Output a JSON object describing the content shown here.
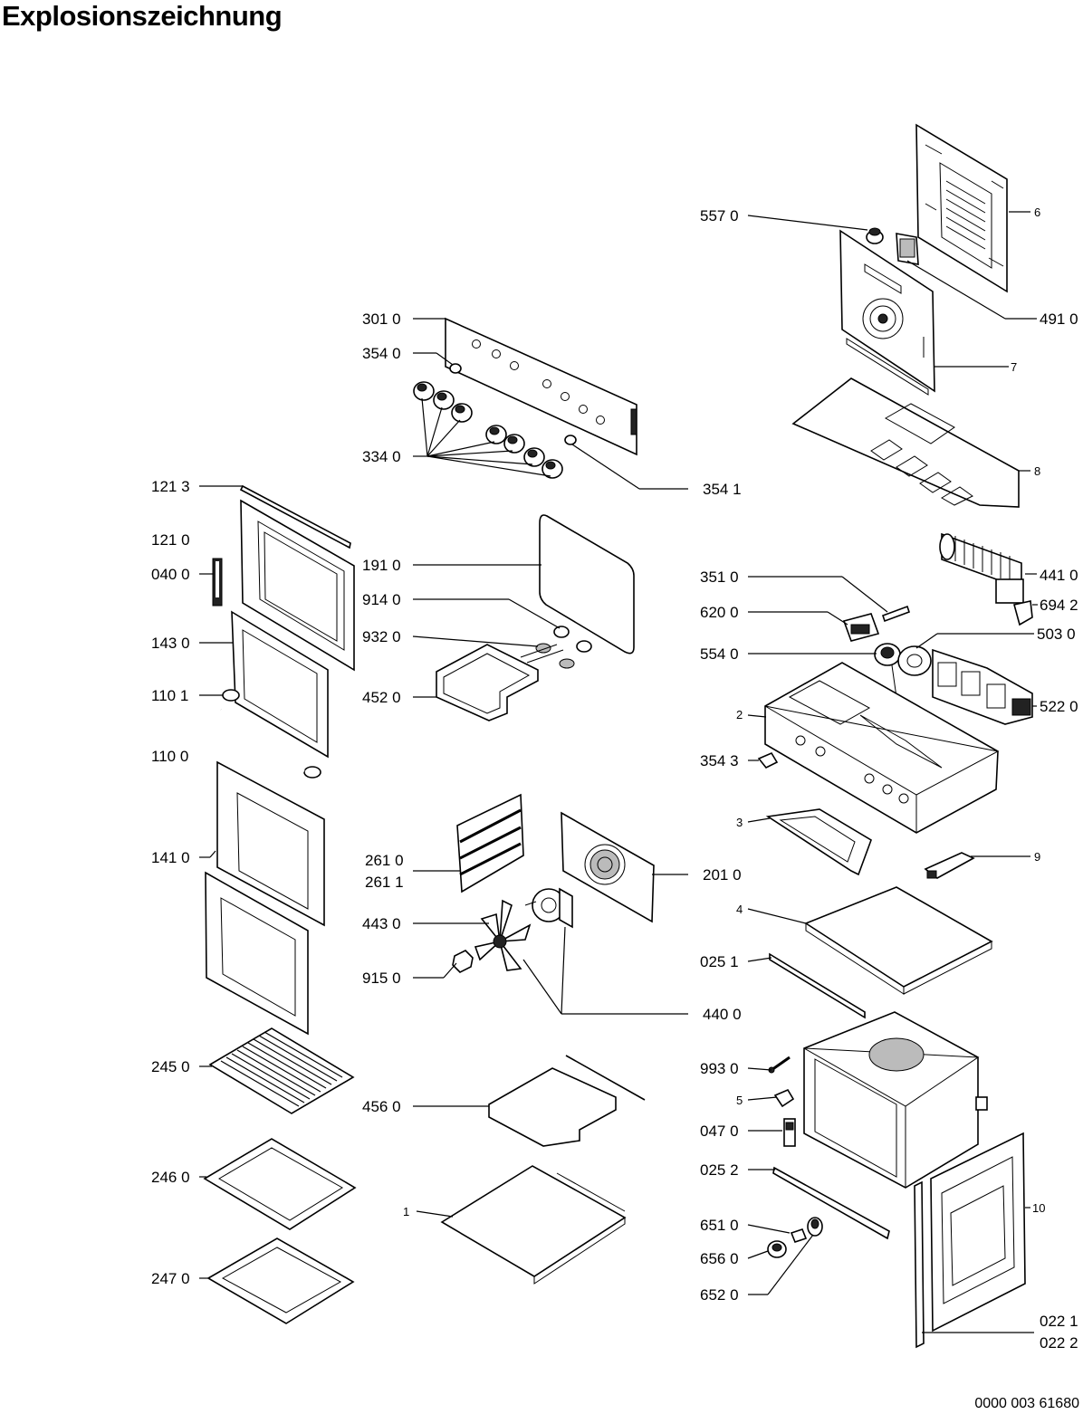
{
  "title": "Explosionszeichnung",
  "document_number": "0000 003 61680",
  "parts": [
    {
      "id": "p5570",
      "label": "557 0"
    },
    {
      "id": "p6",
      "label": "6"
    },
    {
      "id": "p4910",
      "label": "491 0"
    },
    {
      "id": "p3010",
      "label": "301 0"
    },
    {
      "id": "p3540",
      "label": "354 0"
    },
    {
      "id": "p7",
      "label": "7"
    },
    {
      "id": "p3340",
      "label": "334 0"
    },
    {
      "id": "p8",
      "label": "8"
    },
    {
      "id": "p3541",
      "label": "354 1"
    },
    {
      "id": "p1213",
      "label": "121 3"
    },
    {
      "id": "p1210",
      "label": "121 0"
    },
    {
      "id": "p0400",
      "label": "040 0"
    },
    {
      "id": "p1910",
      "label": "191 0"
    },
    {
      "id": "p4410",
      "label": "441 0"
    },
    {
      "id": "p3510",
      "label": "351 0"
    },
    {
      "id": "p6942",
      "label": "694 2"
    },
    {
      "id": "p9140",
      "label": "914 0"
    },
    {
      "id": "p6200",
      "label": "620 0"
    },
    {
      "id": "p5030",
      "label": "503 0"
    },
    {
      "id": "p1430",
      "label": "143 0"
    },
    {
      "id": "p9320",
      "label": "932 0"
    },
    {
      "id": "p5540",
      "label": "554 0"
    },
    {
      "id": "p4520",
      "label": "452 0"
    },
    {
      "id": "p5220",
      "label": "522 0"
    },
    {
      "id": "p1101",
      "label": "110 1"
    },
    {
      "id": "p2",
      "label": "2"
    },
    {
      "id": "p1100",
      "label": "110 0"
    },
    {
      "id": "p3543",
      "label": "354 3"
    },
    {
      "id": "p3",
      "label": "3"
    },
    {
      "id": "p1410",
      "label": "141 0"
    },
    {
      "id": "p2610",
      "label": "261 0"
    },
    {
      "id": "p9",
      "label": "9"
    },
    {
      "id": "p2611",
      "label": "261 1"
    },
    {
      "id": "p2010",
      "label": "201 0"
    },
    {
      "id": "p4",
      "label": "4"
    },
    {
      "id": "p4430",
      "label": "443 0"
    },
    {
      "id": "p0251",
      "label": "025 1"
    },
    {
      "id": "p9150",
      "label": "915 0"
    },
    {
      "id": "p4400",
      "label": "440 0"
    },
    {
      "id": "p2450",
      "label": "245 0"
    },
    {
      "id": "p9930",
      "label": "993 0"
    },
    {
      "id": "p4560",
      "label": "456 0"
    },
    {
      "id": "p5",
      "label": "5"
    },
    {
      "id": "p0470",
      "label": "047 0"
    },
    {
      "id": "p2460",
      "label": "246 0"
    },
    {
      "id": "p0252",
      "label": "025 2"
    },
    {
      "id": "p1",
      "label": "1"
    },
    {
      "id": "p10",
      "label": "10"
    },
    {
      "id": "p6510",
      "label": "651 0"
    },
    {
      "id": "p6560",
      "label": "656 0"
    },
    {
      "id": "p2470",
      "label": "247 0"
    },
    {
      "id": "p6520",
      "label": "652 0"
    },
    {
      "id": "p0221",
      "label": "022 1"
    },
    {
      "id": "p0222",
      "label": "022 2"
    }
  ]
}
